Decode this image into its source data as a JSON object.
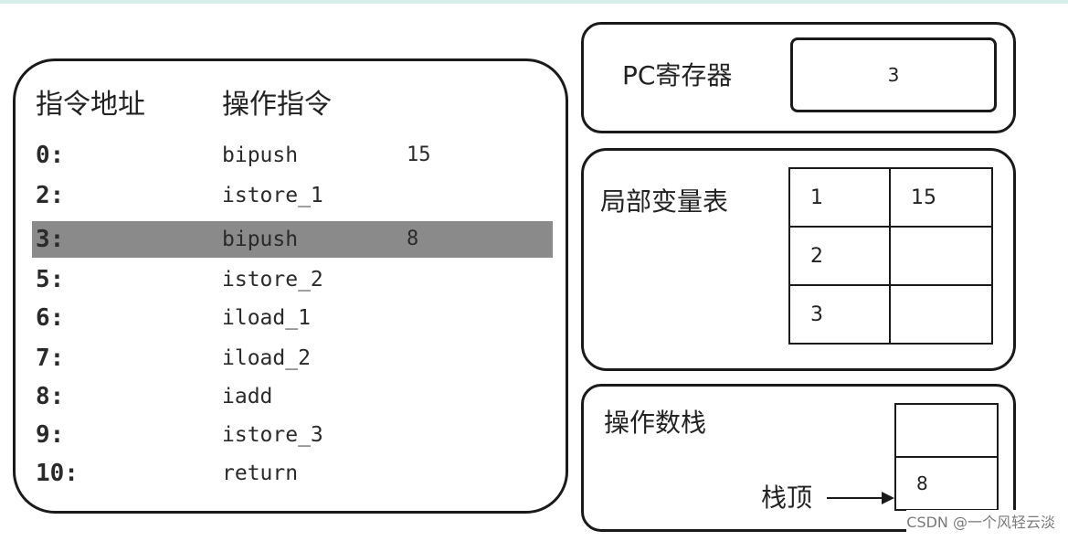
{
  "code": {
    "header_address": "指令地址",
    "header_instruction": "操作指令",
    "rows": [
      {
        "addr": "0:",
        "op": "bipush",
        "arg": "15"
      },
      {
        "addr": "2:",
        "op": "istore_1",
        "arg": ""
      },
      {
        "addr": "3:",
        "op": "bipush",
        "arg": "8"
      },
      {
        "addr": "5:",
        "op": "istore_2",
        "arg": ""
      },
      {
        "addr": "6:",
        "op": "iload_1",
        "arg": ""
      },
      {
        "addr": "7:",
        "op": "iload_2",
        "arg": ""
      },
      {
        "addr": "8:",
        "op": "iadd",
        "arg": ""
      },
      {
        "addr": "9:",
        "op": "istore_3",
        "arg": ""
      },
      {
        "addr": "10:",
        "op": "return",
        "arg": ""
      }
    ],
    "highlighted_row": 2
  },
  "pc_register": {
    "label": "PC寄存器",
    "value": "3"
  },
  "local_vars": {
    "label": "局部变量表",
    "rows": [
      {
        "index": "1",
        "value": "15"
      },
      {
        "index": "2",
        "value": ""
      },
      {
        "index": "3",
        "value": ""
      }
    ]
  },
  "operand_stack": {
    "label": "操作数栈",
    "cells": [
      "",
      "8"
    ],
    "top_label": "栈顶"
  },
  "watermark": "CSDN @一个风轻云淡",
  "colors": {
    "highlight": "#8a8a8a",
    "border": "#1a1a1a"
  }
}
